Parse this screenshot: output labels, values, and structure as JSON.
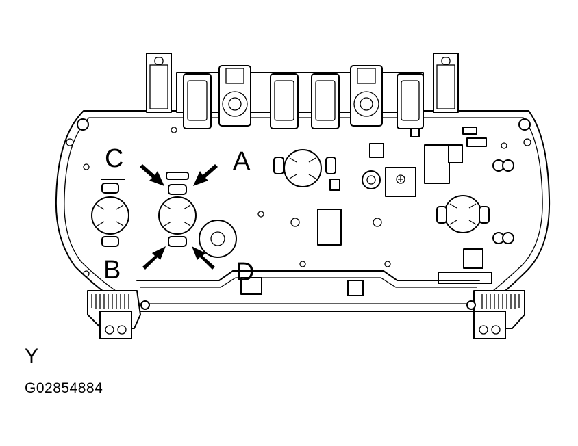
{
  "diagram": {
    "labels": {
      "a": "A",
      "b": "B",
      "c": "C",
      "d": "D"
    },
    "view_label": "Y",
    "figure_code": "G02854884"
  }
}
